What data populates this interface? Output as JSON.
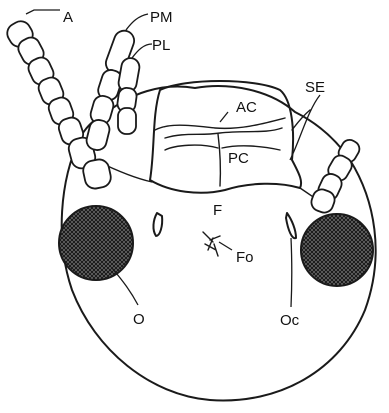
{
  "figure": {
    "labels": {
      "antenna": "A",
      "maxillary_palp": "PM",
      "labial_palp": "PL",
      "anteclypeus": "AC",
      "postclypeus": "PC",
      "epistomal_suture": "SE",
      "frons": "F",
      "fontanelle": "Fo",
      "compound_eye": "O",
      "ocellus": "Oc"
    }
  }
}
